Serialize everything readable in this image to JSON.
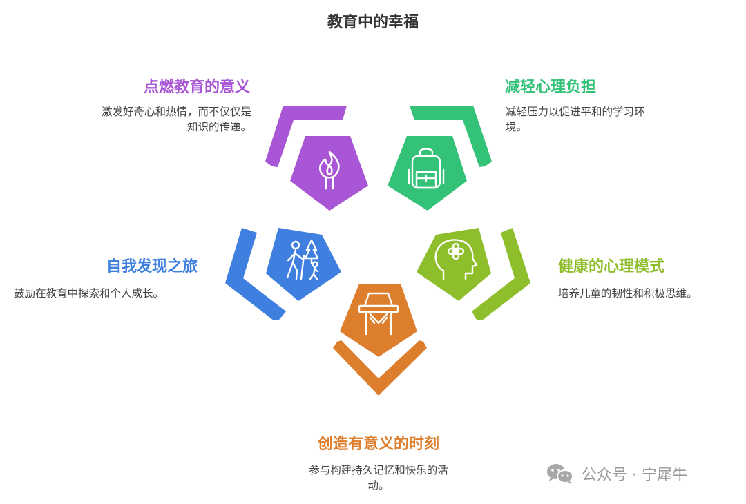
{
  "title": "教育中的幸福",
  "colors": {
    "purple": "#a855d6",
    "green": "#34c278",
    "blue": "#3f7fdf",
    "lime": "#8fbe2c",
    "orange": "#dd7e2d"
  },
  "segments": [
    {
      "id": "meaning",
      "heading": "点燃教育的意义",
      "desc_lines": [
        "激发好奇心和热情，而不仅仅是",
        "知识的传递。"
      ],
      "icon": "flame-icon",
      "color": "#a855d6"
    },
    {
      "id": "burden",
      "heading": "减轻心理负担",
      "desc_lines": [
        "减轻压力以促进平和的学习环",
        "境。"
      ],
      "icon": "backpack-icon",
      "color": "#34c278"
    },
    {
      "id": "discovery",
      "heading": "自我发现之旅",
      "desc_lines": [
        "鼓励在教育中探索和个人成长。"
      ],
      "icon": "hiking-icon",
      "color": "#3f7fdf"
    },
    {
      "id": "health",
      "heading": "健康的心理模式",
      "desc_lines": [
        "培养儿童的韧性和积极思维。"
      ],
      "icon": "mind-flower-icon",
      "color": "#8fbe2c"
    },
    {
      "id": "moments",
      "heading": "创造有意义的时刻",
      "desc_lines": [
        "参与构建持久记忆和快乐的活",
        "动。"
      ],
      "icon": "high-chair-icon",
      "color": "#dd7e2d"
    }
  ],
  "watermark": {
    "text": "公众号 · 宁犀牛",
    "icon": "wechat-icon"
  }
}
